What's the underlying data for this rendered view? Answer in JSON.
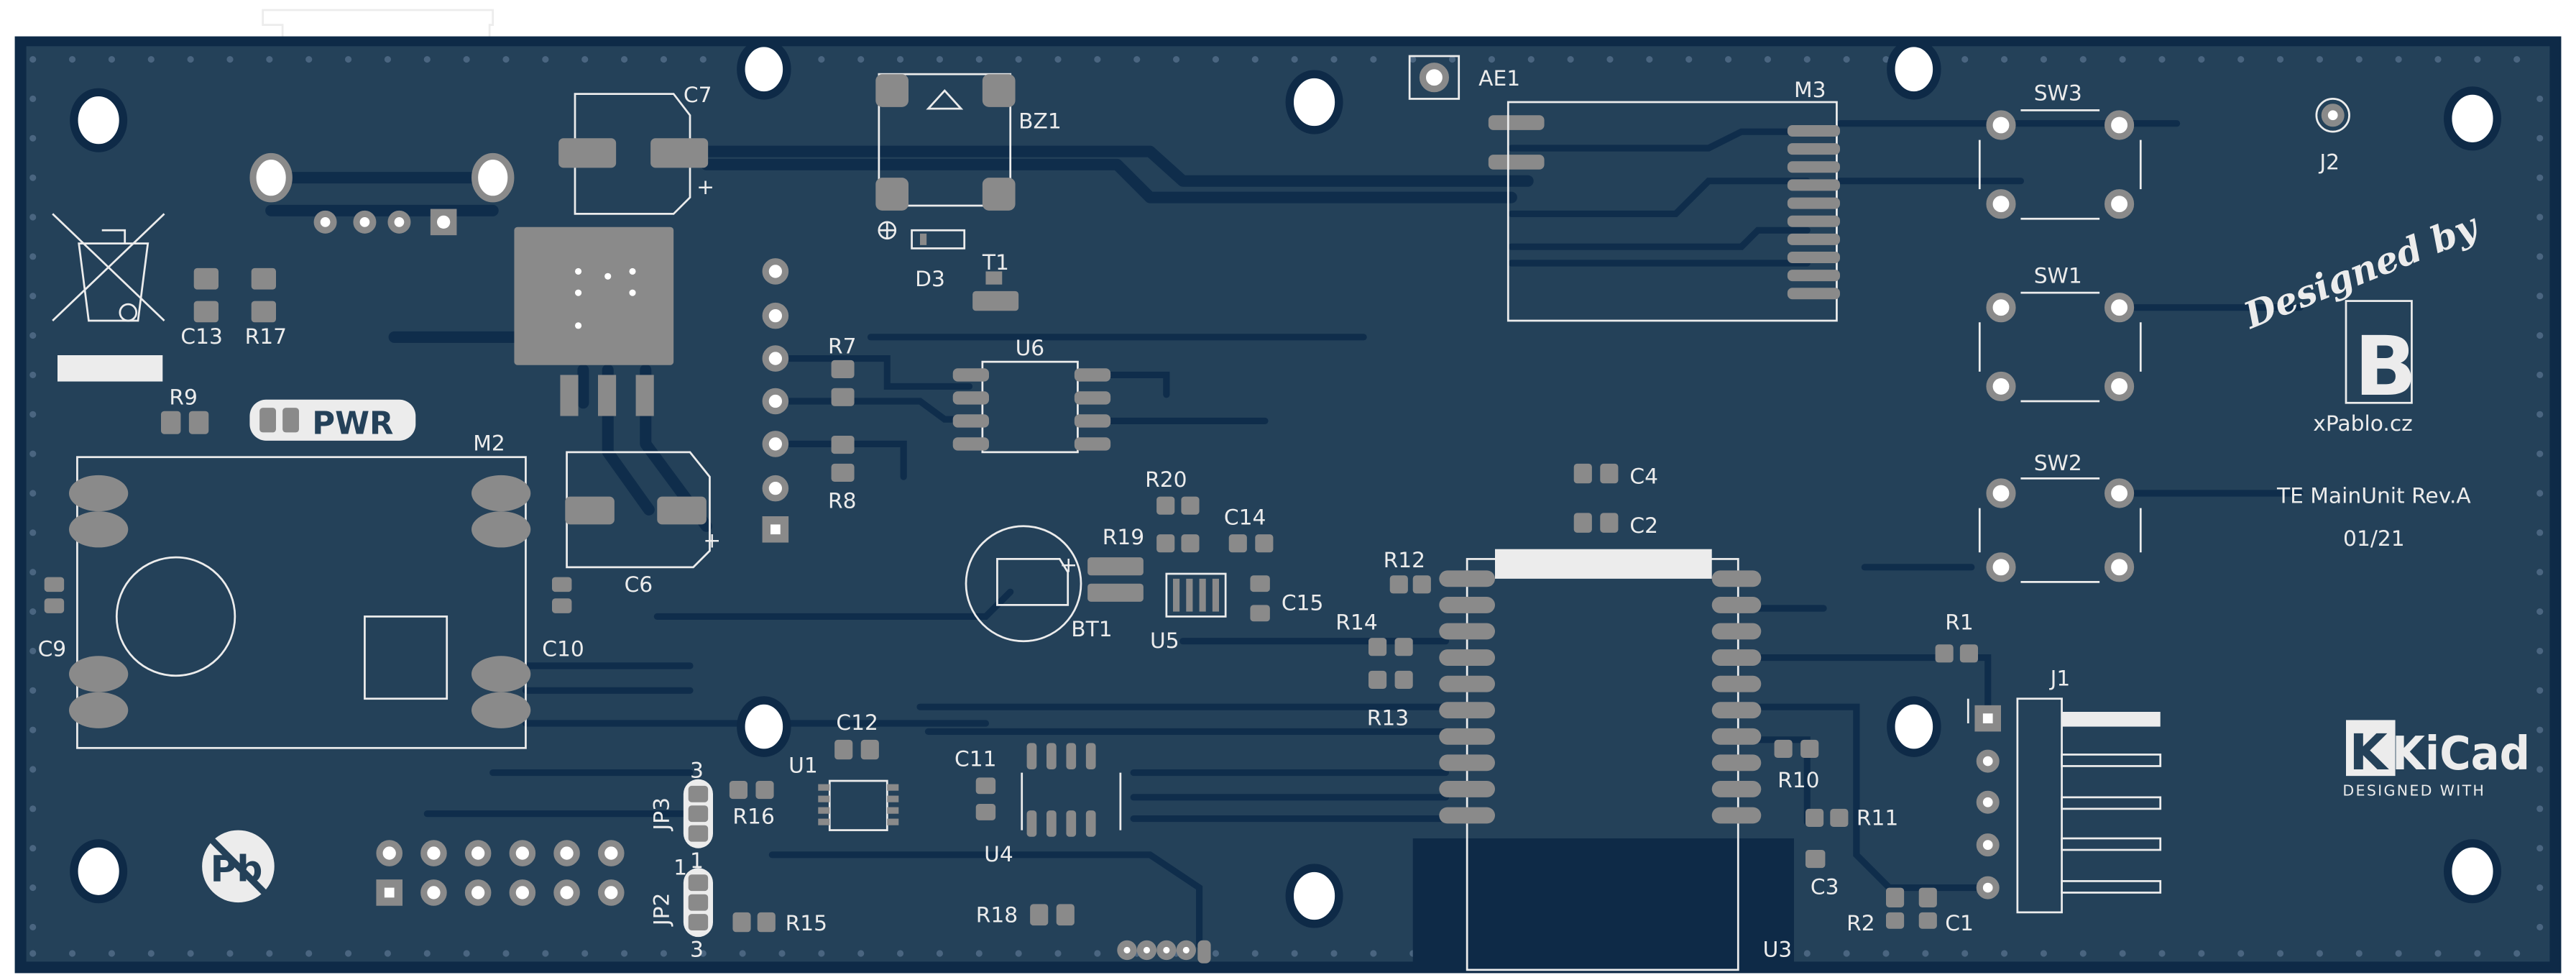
{
  "board": {
    "title": "TE MainUnit Rev.A",
    "date": "01/21",
    "designed_by": "Designed by",
    "author_site": "xPablo.cz",
    "author_logo_letter": "B",
    "kicad_logo": "KiCad",
    "kicad_tagline": "DESIGNED WITH",
    "pwr_label": "PWR",
    "colors": {
      "board": "#244159",
      "edge": "#0e2a47",
      "pad": "#8a8a8a",
      "silkscreen": "#ececec"
    }
  },
  "refs": {
    "C7": "C7",
    "BZ1": "BZ1",
    "AE1": "AE1",
    "M3": "M3",
    "SW3": "SW3",
    "J2": "J2",
    "SW1": "SW1",
    "SW2": "SW2",
    "D3": "D3",
    "T1": "T1",
    "C13": "C13",
    "R17": "R17",
    "R7": "R7",
    "U6": "U6",
    "R8": "R8",
    "R9": "R9",
    "M2": "M2",
    "C9": "C9",
    "C10": "C10",
    "C6": "C6",
    "R20": "R20",
    "C14": "C14",
    "R19": "R19",
    "BT1": "BT1",
    "U5": "U5",
    "C15": "C15",
    "C4": "C4",
    "C2": "C2",
    "R12": "R12",
    "R14": "R14",
    "R13": "R13",
    "R1": "R1",
    "J1": "J1",
    "U1": "U1",
    "C12": "C12",
    "JP3": "JP3",
    "R16": "R16",
    "C11": "C11",
    "U4": "U4",
    "JP2": "JP2",
    "R15": "R15",
    "R18": "R18",
    "R10": "R10",
    "R11": "R11",
    "C3": "C3",
    "R2": "R2",
    "C1": "C1",
    "U3": "U3"
  },
  "jumper_pins": {
    "jp3_top": "3",
    "jp3_bottom": "1",
    "jp2_top": "1",
    "jp2_bottom": "3"
  }
}
